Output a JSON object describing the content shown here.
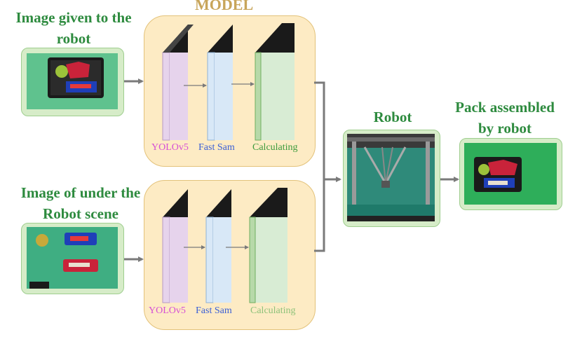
{
  "titles": {
    "input_top": "Image given to the robot",
    "model": "MODEL",
    "input_bottom": "Image of under the Robot scene",
    "robot": "Robot",
    "output": "Pack assembled by robot"
  },
  "model_top": {
    "labels": [
      "YOLOv5",
      "Fast Sam",
      "Calculating"
    ]
  },
  "model_bottom": {
    "labels": [
      "YOLOv5",
      "Fast Sam",
      "Calculating"
    ]
  },
  "colors": {
    "yolo": "#e6d3ec",
    "fastsam": "#d8e8f7",
    "calc": "#d8ecd4",
    "yolo_text": "#d64fd6",
    "fastsam_text": "#3a5fd6",
    "calc_text_top": "#3c9a3c",
    "calc_text_bottom": "#8ec27a",
    "arrow": "#7a7a7a",
    "title_green": "#2e8b3f",
    "model_gold": "#c8a55a"
  }
}
